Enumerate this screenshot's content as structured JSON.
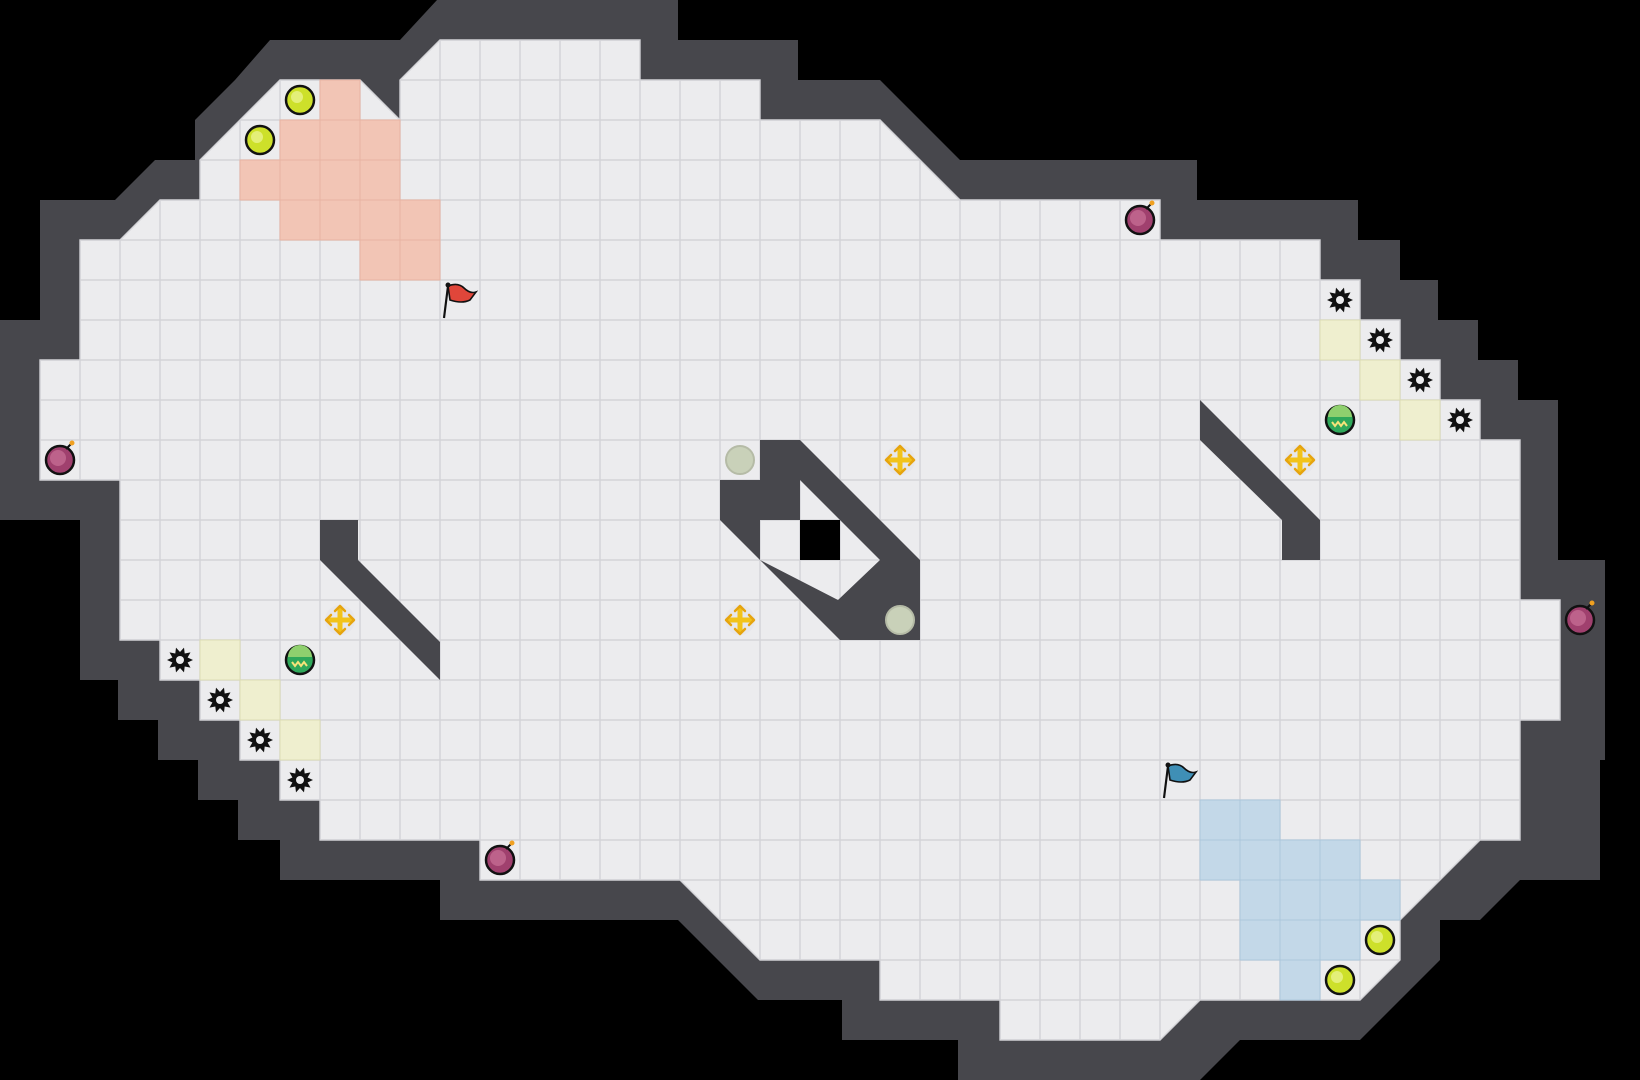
{
  "map": {
    "grid": {
      "cols": 41,
      "rows": 27,
      "origin": "top-left"
    },
    "colors": {
      "floor": "#ececee",
      "grid_line": "#d3d3d7",
      "wall": "#47474c",
      "void": "#000000",
      "red_base": "#f2c5b5",
      "blue_base": "#c3d8e8",
      "yellow_pad": "#efefcf",
      "boost_yellow": "#f2c31a",
      "bomb_purple": "#a0406e",
      "powerup_lime": "#cde02a",
      "neutral_disc": "#c9d1b9"
    },
    "holes": [
      [
        20,
        13
      ]
    ],
    "base_zones": {
      "red": [
        [
          8,
          2
        ],
        [
          7,
          3
        ],
        [
          8,
          3
        ],
        [
          9,
          3
        ],
        [
          6,
          4
        ],
        [
          7,
          4
        ],
        [
          8,
          4
        ],
        [
          9,
          4
        ],
        [
          7,
          5
        ],
        [
          8,
          5
        ],
        [
          9,
          5
        ],
        [
          10,
          5
        ],
        [
          9,
          6
        ],
        [
          10,
          6
        ]
      ],
      "blue": [
        [
          30,
          20
        ],
        [
          31,
          20
        ],
        [
          30,
          21
        ],
        [
          31,
          21
        ],
        [
          32,
          21
        ],
        [
          33,
          21
        ],
        [
          31,
          22
        ],
        [
          32,
          22
        ],
        [
          33,
          22
        ],
        [
          34,
          22
        ],
        [
          31,
          23
        ],
        [
          32,
          23
        ],
        [
          33,
          23
        ],
        [
          32,
          24
        ]
      ]
    },
    "flags": [
      {
        "name": "red-flag",
        "team": "red",
        "cell": [
          11,
          7
        ],
        "color": "#e0463a"
      },
      {
        "name": "blue-flag",
        "team": "blue",
        "cell": [
          29,
          19
        ],
        "color": "#3f8fb6"
      }
    ],
    "items": [
      {
        "name": "powerup",
        "kind": "powerup",
        "icon": "lime-orb-icon",
        "cell": [
          7,
          2
        ]
      },
      {
        "name": "powerup",
        "kind": "powerup",
        "icon": "lime-orb-icon",
        "cell": [
          6,
          3
        ]
      },
      {
        "name": "powerup",
        "kind": "powerup",
        "icon": "lime-orb-icon",
        "cell": [
          34,
          23
        ]
      },
      {
        "name": "powerup",
        "kind": "powerup",
        "icon": "lime-orb-icon",
        "cell": [
          33,
          24
        ]
      },
      {
        "name": "bomb",
        "kind": "bomb",
        "icon": "bomb-icon",
        "cell": [
          28,
          5
        ]
      },
      {
        "name": "bomb",
        "kind": "bomb",
        "icon": "bomb-icon",
        "cell": [
          1,
          11
        ]
      },
      {
        "name": "bomb",
        "kind": "bomb",
        "icon": "bomb-icon",
        "cell": [
          39,
          15
        ]
      },
      {
        "name": "bomb",
        "kind": "bomb",
        "icon": "bomb-icon",
        "cell": [
          12,
          21
        ]
      },
      {
        "name": "speed-boost",
        "kind": "boost",
        "icon": "boost-cross-icon",
        "cell": [
          22,
          11
        ]
      },
      {
        "name": "speed-boost",
        "kind": "boost",
        "icon": "boost-cross-icon",
        "cell": [
          32,
          11
        ]
      },
      {
        "name": "speed-boost",
        "kind": "boost",
        "icon": "boost-cross-icon",
        "cell": [
          8,
          15
        ]
      },
      {
        "name": "speed-boost",
        "kind": "boost",
        "icon": "boost-cross-icon",
        "cell": [
          18,
          15
        ]
      },
      {
        "name": "portal",
        "kind": "portal",
        "icon": "portal-icon",
        "cell": [
          33,
          10
        ]
      },
      {
        "name": "portal",
        "kind": "portal",
        "icon": "portal-icon",
        "cell": [
          7,
          16
        ]
      },
      {
        "name": "button",
        "kind": "button",
        "icon": "button-disc-icon",
        "cell": [
          18,
          11
        ]
      },
      {
        "name": "button",
        "kind": "button",
        "icon": "button-disc-icon",
        "cell": [
          22,
          15
        ]
      },
      {
        "name": "spike",
        "kind": "spike",
        "icon": "spike-icon",
        "cell": [
          33,
          7
        ]
      },
      {
        "name": "spike",
        "kind": "spike",
        "icon": "spike-icon",
        "cell": [
          34,
          8
        ]
      },
      {
        "name": "spike",
        "kind": "spike",
        "icon": "spike-icon",
        "cell": [
          35,
          9
        ]
      },
      {
        "name": "spike",
        "kind": "spike",
        "icon": "spike-icon",
        "cell": [
          36,
          10
        ]
      },
      {
        "name": "spike",
        "kind": "spike",
        "icon": "spike-icon",
        "cell": [
          4,
          16
        ]
      },
      {
        "name": "spike",
        "kind": "spike",
        "icon": "spike-icon",
        "cell": [
          5,
          17
        ]
      },
      {
        "name": "spike",
        "kind": "spike",
        "icon": "spike-icon",
        "cell": [
          6,
          18
        ]
      },
      {
        "name": "spike",
        "kind": "spike",
        "icon": "spike-icon",
        "cell": [
          7,
          19
        ]
      }
    ],
    "pads": [
      [
        33,
        8
      ],
      [
        34,
        9
      ],
      [
        35,
        10
      ],
      [
        5,
        16
      ],
      [
        6,
        17
      ],
      [
        7,
        18
      ]
    ]
  }
}
